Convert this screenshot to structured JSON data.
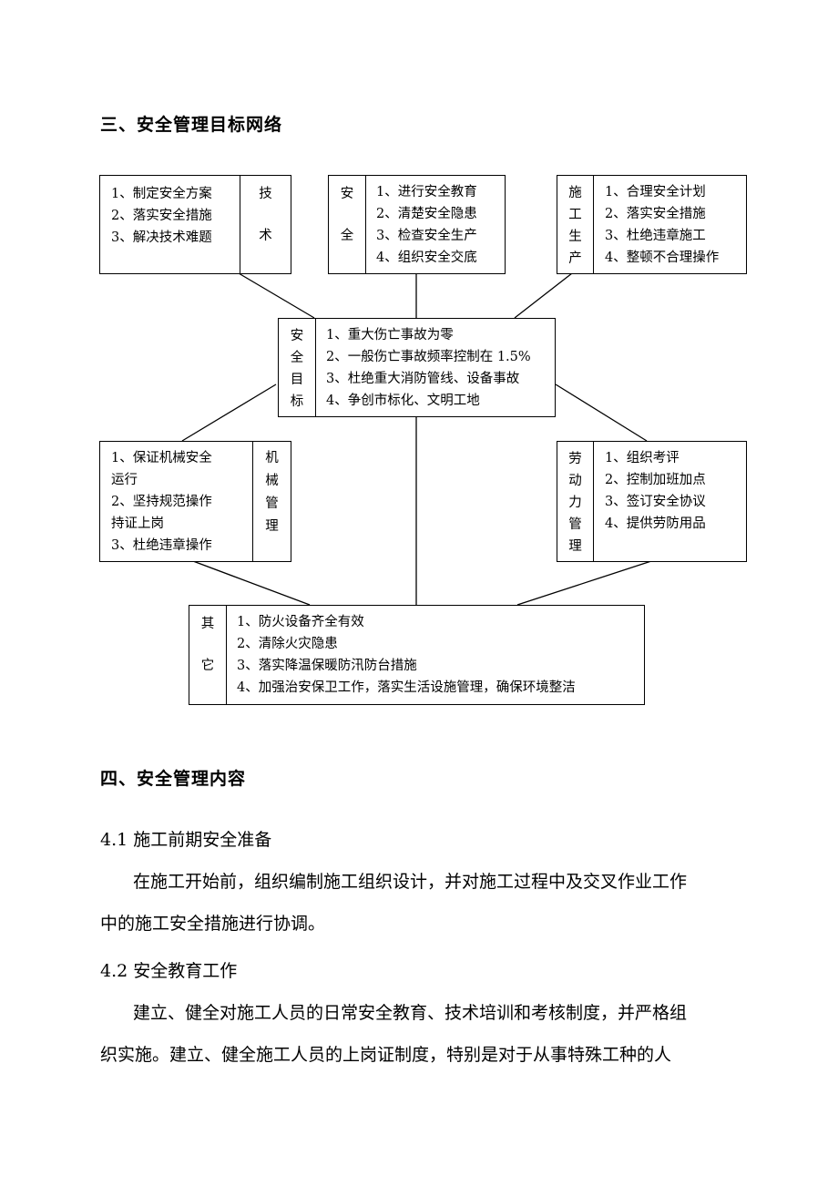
{
  "section3": {
    "title": "三、安全管理目标网络"
  },
  "diagram": {
    "tech": {
      "label": [
        "技",
        "术"
      ],
      "items": [
        "1、制定安全方案",
        "2、落实安全措施",
        "3、解决技术难题"
      ]
    },
    "safety": {
      "label": [
        "安",
        "全"
      ],
      "items": [
        "1、进行安全教育",
        "2、清楚安全隐患",
        "3、检查安全生产",
        "4、组织安全交底"
      ]
    },
    "construction": {
      "label": [
        "施",
        "工",
        "生",
        "产"
      ],
      "items": [
        "1、合理安全计划",
        "2、落实安全措施",
        "3、杜绝违章施工",
        "4、整顿不合理操作"
      ]
    },
    "goal": {
      "label": [
        "安",
        "全",
        "目",
        "标"
      ],
      "items": [
        "1、重大伤亡事故为零",
        "2、一般伤亡事故频率控制在 1.5%",
        "3、杜绝重大消防管线、设备事故",
        "4、争创市标化、文明工地"
      ]
    },
    "machinery": {
      "label": [
        "机",
        "械",
        "管",
        "理"
      ],
      "items": [
        "1、保证机械安全",
        "运行",
        "2、坚持规范操作",
        "持证上岗",
        "3、杜绝违章操作"
      ]
    },
    "labor": {
      "label": [
        "劳",
        "动",
        "力",
        "管",
        "理"
      ],
      "items": [
        "1、组织考评",
        "2、控制加班加点",
        "3、签订安全协议",
        "4、提供劳防用品"
      ]
    },
    "other": {
      "label": [
        "其",
        "它"
      ],
      "items": [
        "1、防火设备齐全有效",
        "2、清除火灾隐患",
        "3、落实降温保暖防汛防台措施",
        "4、加强治安保卫工作，落实生活设施管理，确保环境整洁"
      ]
    }
  },
  "section4": {
    "title": "四、安全管理内容",
    "sub1": "4.1 施工前期安全准备",
    "p1_line1": "在施工开始前，组织编制施工组织设计，并对施工过程中及交叉作业工作",
    "p1_line2": "中的施工安全措施进行协调。",
    "sub2": "4.2 安全教育工作",
    "p2_line1": "建立、健全对施工人员的日常安全教育、技术培训和考核制度，并严格组",
    "p2_line2": "织实施。建立、健全施工人员的上岗证制度，特别是对于从事特殊工种的人"
  }
}
